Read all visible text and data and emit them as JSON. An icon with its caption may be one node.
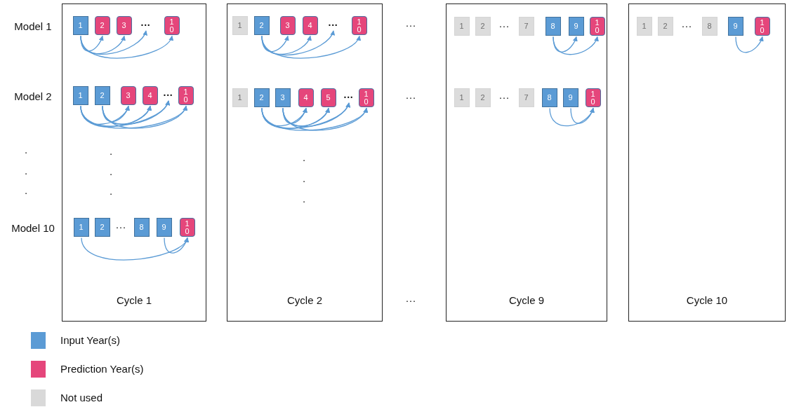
{
  "diagram": {
    "nodes": [
      {
        "text": [
          "Cycle 1"
        ]
      },
      {
        "text": [
          "1"
        ],
        "in": 0
      },
      {
        "text": [
          "2"
        ],
        "in": 0
      },
      {
        "text": [
          "3"
        ],
        "in": 0
      },
      {
        "text": [
          "···"
        ],
        "in": 0
      },
      {
        "text": [
          "10"
        ],
        "in": 0
      },
      {
        "text": [
          "1"
        ],
        "in": 0
      },
      {
        "text": [
          "2"
        ],
        "in": 0
      },
      {
        "text": [
          "3"
        ],
        "in": 0
      },
      {
        "text": [
          "4"
        ],
        "in": 0
      },
      {
        "text": [
          "···"
        ],
        "in": 0
      },
      {
        "text": [
          "10"
        ],
        "in": 0
      },
      {
        "text": [
          "1"
        ],
        "in": 0
      },
      {
        "text": [
          "2"
        ],
        "in": 0
      },
      {
        "text": [
          "8"
        ],
        "in": 0
      },
      {
        "text": [
          "9"
        ],
        "in": 0
      },
      {
        "text": [
          "10"
        ],
        "in": 0
      },
      {
        "text": [
          "Cycle 2"
        ]
      },
      {
        "text": [
          "1"
        ],
        "in": 17
      },
      {
        "text": [
          "2"
        ],
        "in": 17
      },
      {
        "text": [
          "3"
        ],
        "in": 17
      },
      {
        "text": [
          "4"
        ],
        "in": 17
      },
      {
        "text": [
          "···"
        ],
        "in": 17
      },
      {
        "text": [
          "10"
        ],
        "in": 17
      },
      {
        "text": [
          "1"
        ],
        "in": 17
      },
      {
        "text": [
          "2"
        ],
        "in": 17
      },
      {
        "text": [
          "3"
        ],
        "in": 17
      },
      {
        "text": [
          "4"
        ],
        "in": 17
      },
      {
        "text": [
          "5"
        ],
        "in": 17
      },
      {
        "text": [
          "···"
        ],
        "in": 17
      },
      {
        "text": [
          "10"
        ],
        "in": 17
      },
      {
        "text": [
          "Cycle 9"
        ]
      },
      {
        "text": [
          "1"
        ],
        "in": 31
      },
      {
        "text": [
          "2"
        ],
        "in": 31
      },
      {
        "text": [
          "7"
        ],
        "in": 31
      },
      {
        "text": [
          "8"
        ],
        "in": 31
      },
      {
        "text": [
          "9"
        ],
        "in": 31
      },
      {
        "text": [
          "10"
        ],
        "in": 31
      },
      {
        "text": [
          "1"
        ],
        "in": 31
      },
      {
        "text": [
          "2"
        ],
        "in": 31
      },
      {
        "text": [
          "7"
        ],
        "in": 31
      },
      {
        "text": [
          "8"
        ],
        "in": 31
      },
      {
        "text": [
          "9"
        ],
        "in": 31
      },
      {
        "text": [
          "10"
        ],
        "in": 31
      },
      {
        "text": [
          "Cycle 10"
        ]
      },
      {
        "text": [
          "1"
        ],
        "in": 44
      },
      {
        "text": [
          "2"
        ],
        "in": 44
      },
      {
        "text": [
          "8"
        ],
        "in": 44
      },
      {
        "text": [
          "9"
        ],
        "in": 44
      },
      {
        "text": [
          "10"
        ],
        "in": 44
      }
    ],
    "edges": [
      {
        "from": 1,
        "to": 2,
        "arrow": "to"
      },
      {
        "from": 1,
        "to": 3,
        "arrow": "to"
      },
      {
        "from": 1,
        "to": 4,
        "arrow": "to"
      },
      {
        "from": 1,
        "to": 5,
        "arrow": "to"
      },
      {
        "from": 6,
        "to": 8,
        "arrow": "to"
      },
      {
        "from": 6,
        "to": 9,
        "arrow": "to"
      },
      {
        "from": 6,
        "to": 10,
        "arrow": "to"
      },
      {
        "from": 6,
        "to": 11,
        "arrow": "to"
      },
      {
        "from": 7,
        "to": 8,
        "arrow": "to"
      },
      {
        "from": 7,
        "to": 9,
        "arrow": "to"
      },
      {
        "from": 7,
        "to": 10,
        "arrow": "to"
      },
      {
        "from": 7,
        "to": 11,
        "arrow": "to"
      },
      {
        "from": 12,
        "to": 16,
        "arrow": "to"
      },
      {
        "from": 15,
        "to": 16,
        "arrow": "to"
      },
      {
        "from": 19,
        "to": 20,
        "arrow": "to"
      },
      {
        "from": 19,
        "to": 21,
        "arrow": "to"
      },
      {
        "from": 19,
        "to": 22,
        "arrow": "to"
      },
      {
        "from": 19,
        "to": 23,
        "arrow": "to"
      },
      {
        "from": 25,
        "to": 27,
        "arrow": "to"
      },
      {
        "from": 25,
        "to": 28,
        "arrow": "to"
      },
      {
        "from": 25,
        "to": 29,
        "arrow": "to"
      },
      {
        "from": 25,
        "to": 30,
        "arrow": "to"
      },
      {
        "from": 26,
        "to": 27,
        "arrow": "to"
      },
      {
        "from": 26,
        "to": 28,
        "arrow": "to"
      },
      {
        "from": 26,
        "to": 29,
        "arrow": "to"
      },
      {
        "from": 26,
        "to": 30,
        "arrow": "to"
      },
      {
        "from": 35,
        "to": 36,
        "arrow": "to"
      },
      {
        "from": 35,
        "to": 37,
        "arrow": "to"
      },
      {
        "from": 41,
        "to": 43,
        "arrow": "to"
      },
      {
        "from": 42,
        "to": 43,
        "arrow": "to"
      },
      {
        "from": 48,
        "to": 49,
        "arrow": "to"
      }
    ],
    "labels": [
      "Model 1",
      "Model 2",
      ".",
      ".",
      ".",
      "Model 10",
      ".",
      ".",
      ".",
      "···",
      ".",
      ".",
      ".",
      "···",
      "···",
      "···",
      "···",
      "···",
      "···"
    ],
    "legend": [
      {
        "text": "Input Year(s)",
        "color": "#5b9bd5"
      },
      {
        "text": "Prediction Year(s)",
        "color": "#e5467b"
      },
      {
        "text": "Not used",
        "color": "#d9d9d9"
      }
    ]
  }
}
